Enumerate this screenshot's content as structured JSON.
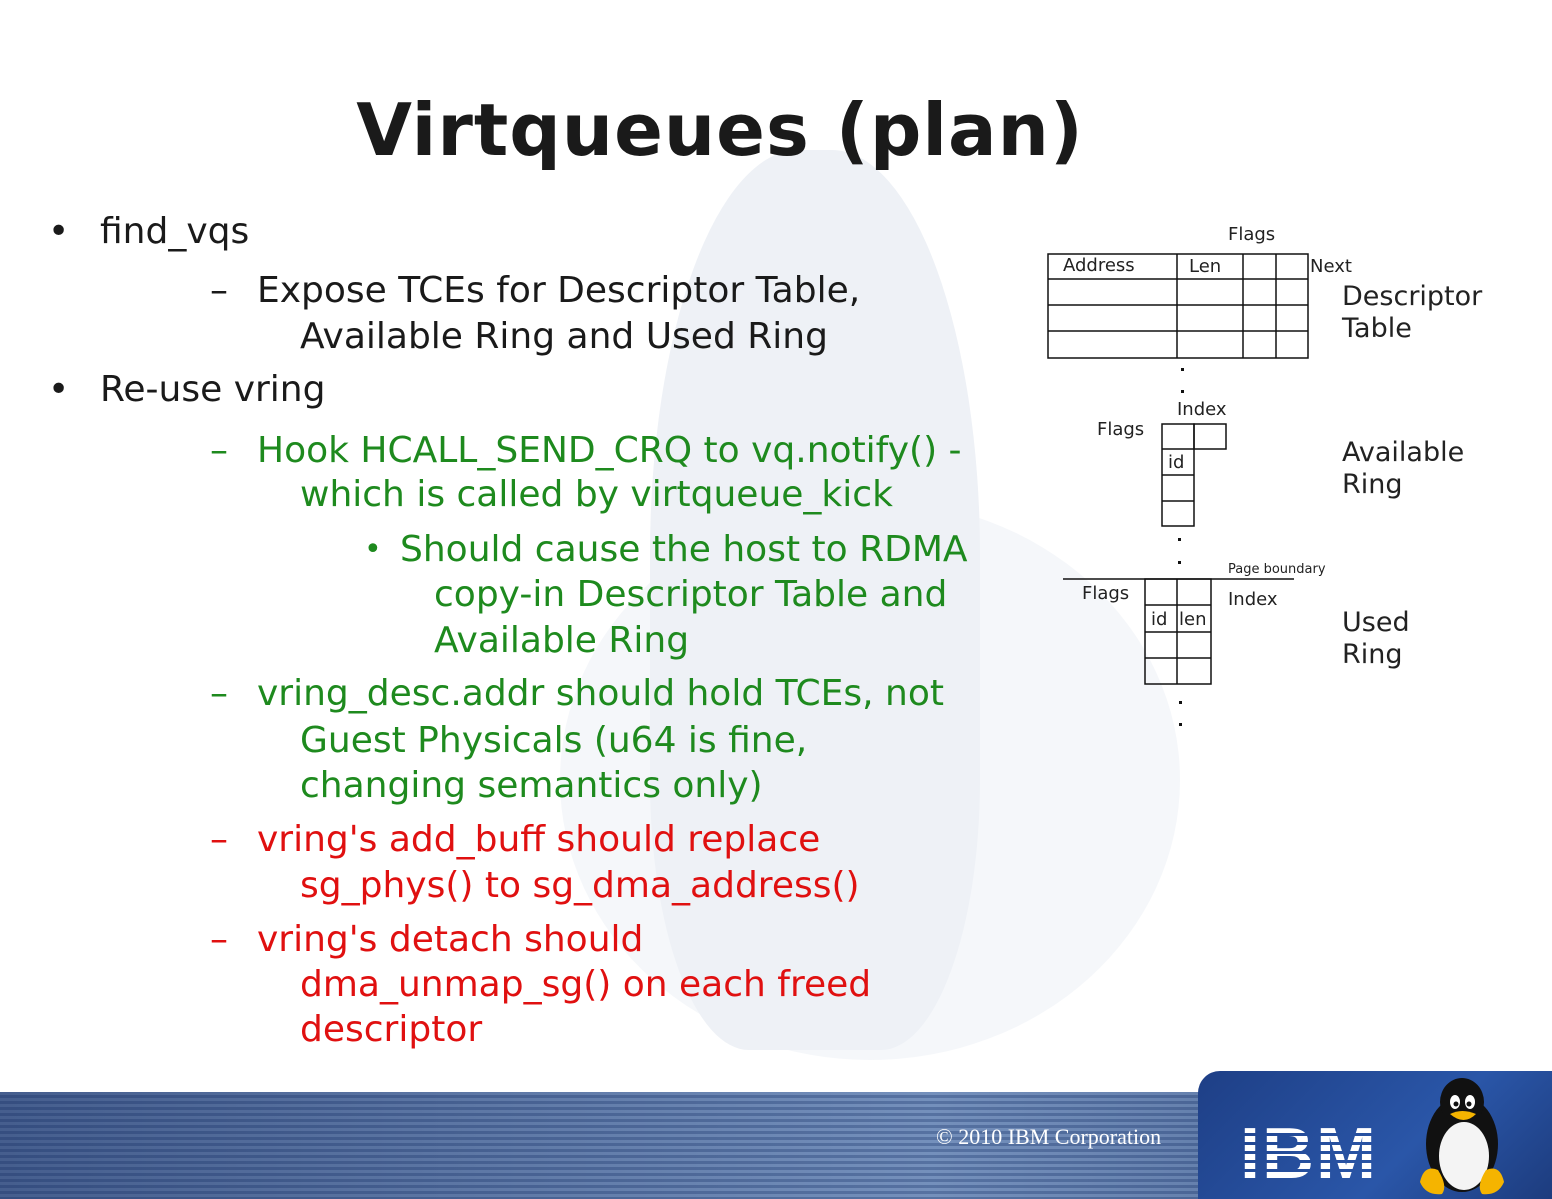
{
  "slide": {
    "title": "Virtqueues (plan)",
    "lines": [
      {
        "marker": "•",
        "text": "find_vqs"
      },
      {
        "marker": "–",
        "text": "Expose TCEs for Descriptor Table,"
      },
      {
        "text": "Available Ring and Used Ring"
      },
      {
        "marker": "•",
        "text": "Re-use vring"
      },
      {
        "marker": "–",
        "text": "Hook HCALL_SEND_CRQ to vq.notify() -"
      },
      {
        "text": "which is called by virtqueue_kick"
      },
      {
        "marker": "•",
        "text": "Should cause the host to RDMA"
      },
      {
        "text": "copy-in Descriptor Table and"
      },
      {
        "text": "Available Ring"
      },
      {
        "marker": "–",
        "text": "vring_desc.addr should hold TCEs, not"
      },
      {
        "text": "Guest Physicals (u64 is fine,"
      },
      {
        "text": "changing semantics only)"
      },
      {
        "marker": "–",
        "text": "vring's add_buff should replace"
      },
      {
        "text": "sg_phys() to sg_dma_address()"
      },
      {
        "marker": "–",
        "text": "vring's detach should"
      },
      {
        "text": "dma_unmap_sg() on each freed"
      },
      {
        "text": "descriptor"
      }
    ]
  },
  "diagram": {
    "descriptor": {
      "flags": "Flags",
      "address": "Address",
      "len": "Len",
      "next": "Next",
      "label1": "Descriptor",
      "label2": "Table"
    },
    "available": {
      "index": "Index",
      "flags": "Flags",
      "id": "id",
      "label1": "Available",
      "label2": "Ring"
    },
    "used": {
      "page_boundary": "Page boundary",
      "flags": "Flags",
      "index": "Index",
      "id": "id",
      "len": "len",
      "label1": "Used",
      "label2": "Ring"
    }
  },
  "footer": {
    "copyright": "© 2010 IBM Corporation",
    "logo": "IBM"
  },
  "colors": {
    "black": "#1a1a1a",
    "green": "#1e8a1e",
    "red": "#e01010",
    "footer_blue": "#2a56a8"
  }
}
